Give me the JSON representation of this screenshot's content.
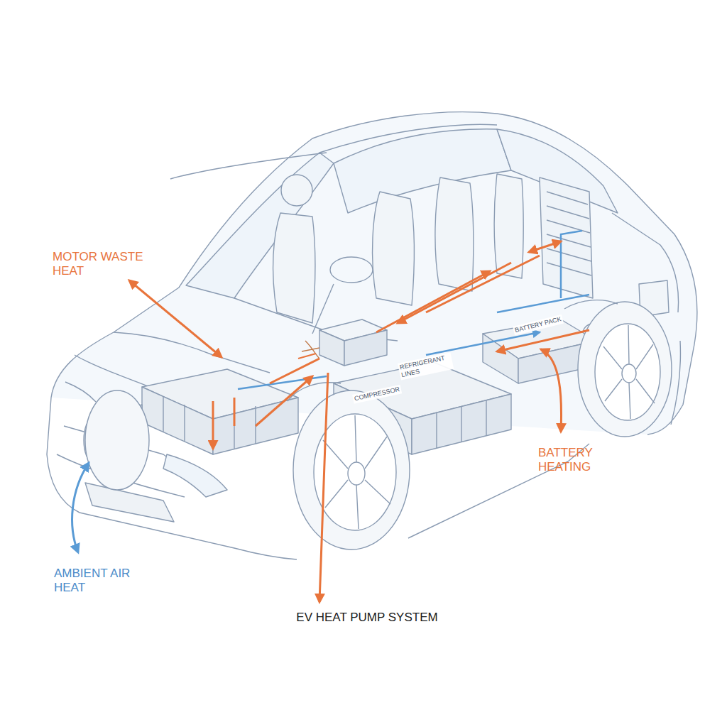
{
  "diagram": {
    "title": "EV HEAT PUMP SYSTEM",
    "labels": [
      "MOTOR WASTE HEAT",
      "AMBIENT AIR HEAT",
      "BATTERY HEATING",
      "COMPRESSOR",
      "REFRIGERANT LINES",
      "BATTERY PACK"
    ]
  }
}
